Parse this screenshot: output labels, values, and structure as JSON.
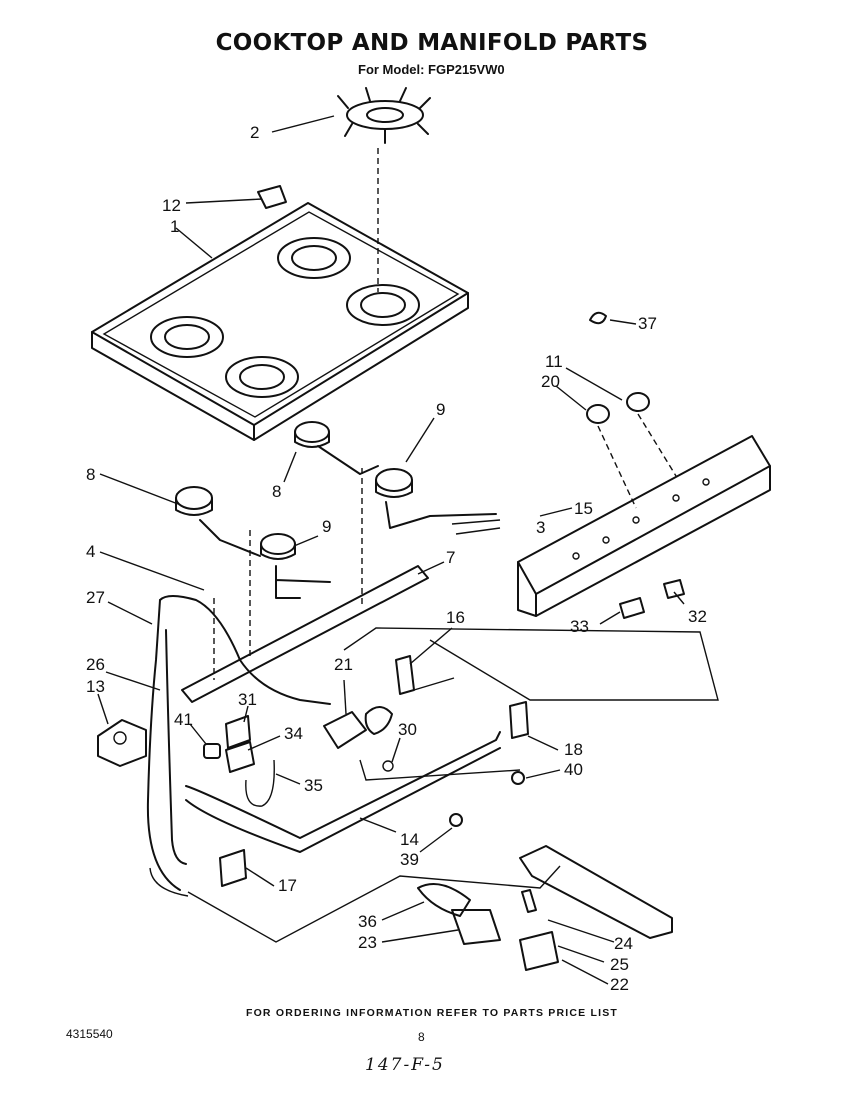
{
  "header": {
    "title": "COOKTOP AND MANIFOLD PARTS",
    "model_line": "For Model: FGP215VW0"
  },
  "callouts": {
    "c1": "1",
    "c2": "2",
    "c3": "3",
    "c4": "4",
    "c7": "7",
    "c8a": "8",
    "c8b": "8",
    "c9a": "9",
    "c9b": "9",
    "c11": "11",
    "c12": "12",
    "c13": "13",
    "c14": "14",
    "c15": "15",
    "c16": "16",
    "c17": "17",
    "c18": "18",
    "c20": "20",
    "c21": "21",
    "c22": "22",
    "c23": "23",
    "c24": "24",
    "c25": "25",
    "c26": "26",
    "c27": "27",
    "c30": "30",
    "c31": "31",
    "c32": "32",
    "c33": "33",
    "c34": "34",
    "c35": "35",
    "c36": "36",
    "c37": "37",
    "c39": "39",
    "c40": "40",
    "c41": "41"
  },
  "footer": {
    "ordering_note": "FOR ORDERING INFORMATION REFER TO PARTS PRICE LIST",
    "doc_number": "4315540",
    "page_number": "8",
    "handwritten": "147-F-5"
  }
}
